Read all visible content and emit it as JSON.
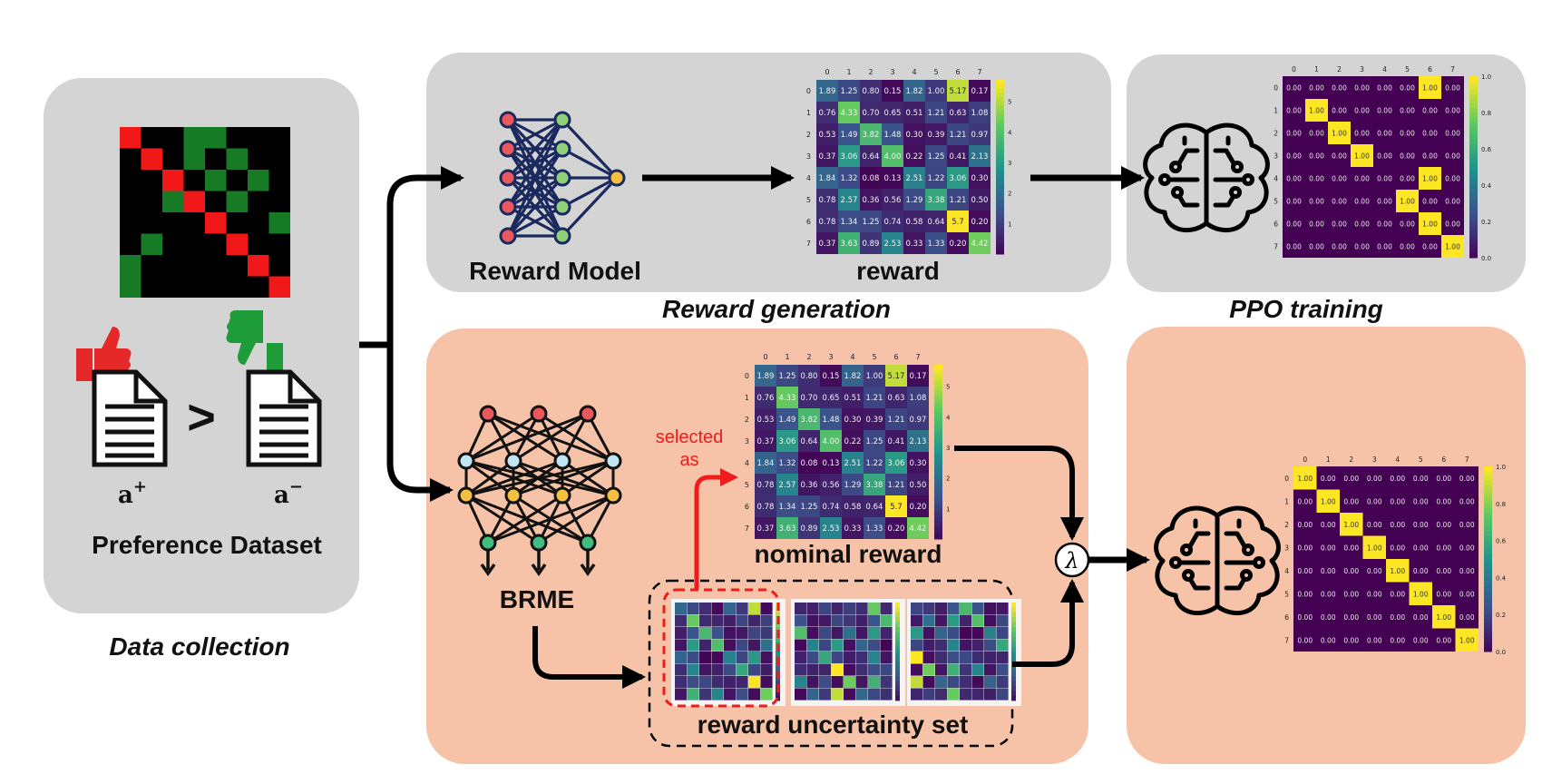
{
  "labels": {
    "reward_model": "Reward Model",
    "reward": "reward",
    "reward_generation": "Reward generation",
    "ppo_training": "PPO training",
    "preference_dataset": "Preference Dataset",
    "data_collection": "Data collection",
    "brme": "BRME",
    "nominal_reward": "nominal reward",
    "reward_uncertainty_set": "reward uncertainty set",
    "selected_as_line1": "selected",
    "selected_as_line2": "as",
    "a_plus": "a",
    "a_plus_sup": "+",
    "a_minus": "a",
    "a_minus_sup": "−",
    "greater": ">",
    "lambda": "λ"
  },
  "colors": {
    "panel_gray": "#d4d4d4",
    "panel_salmon": "#f6c3a8",
    "arrow": "#000000",
    "highlight_red": "#ee1c1c",
    "network_blue": "#1b2a5e",
    "node_red": "#e8585c",
    "node_green": "#8fd07a",
    "node_yellow": "#f5c042",
    "node_cyan": "#bfe6f2",
    "node_teal": "#3fbe7f",
    "thumb_up": "#e52828",
    "thumb_down": "#1e9c3a"
  },
  "reward_matrix": {
    "cols": [
      "0",
      "1",
      "2",
      "3",
      "4",
      "5",
      "6",
      "7"
    ],
    "rows": [
      "0",
      "1",
      "2",
      "3",
      "4",
      "5",
      "6",
      "7"
    ],
    "values": [
      [
        "1.89",
        "1.25",
        "0.80",
        "0.15",
        "1.82",
        "1.00",
        "5.17",
        "0.17"
      ],
      [
        "0.76",
        "4.33",
        "0.70",
        "0.65",
        "0.51",
        "1.21",
        "0.63",
        "1.08"
      ],
      [
        "0.53",
        "1.49",
        "3.82",
        "1.48",
        "0.30",
        "0.39",
        "1.21",
        "0.97"
      ],
      [
        "0.37",
        "3.06",
        "0.64",
        "4.00",
        "0.22",
        "1.25",
        "0.41",
        "2.13"
      ],
      [
        "1.84",
        "1.32",
        "0.08",
        "0.13",
        "2.51",
        "1.22",
        "3.06",
        "0.30"
      ],
      [
        "0.78",
        "2.57",
        "0.36",
        "0.56",
        "1.29",
        "3.38",
        "1.21",
        "0.50"
      ],
      [
        "0.78",
        "1.34",
        "1.25",
        "0.74",
        "0.58",
        "0.64",
        "5.7",
        "0.20"
      ],
      [
        "0.37",
        "3.63",
        "0.89",
        "2.53",
        "0.33",
        "1.33",
        "0.20",
        "4.42"
      ]
    ],
    "colorbar_ticks": [
      "5",
      "4",
      "3",
      "2",
      "1"
    ]
  },
  "policy_matrix": {
    "cols": [
      "0",
      "1",
      "2",
      "3",
      "4",
      "5",
      "6",
      "7"
    ],
    "rows": [
      "0",
      "1",
      "2",
      "3",
      "4",
      "5",
      "6",
      "7"
    ],
    "cell_text": "0.00",
    "highlight_text": "1.00",
    "colorbar_ticks": [
      "1.0",
      "0.8",
      "0.6",
      "0.4",
      "0.2",
      "0.0"
    ],
    "top_highlights": [
      6,
      1,
      2,
      3,
      6,
      5,
      6,
      7
    ],
    "bottom_highlights": [
      0,
      1,
      2,
      3,
      4,
      5,
      6,
      7
    ]
  },
  "preference_grid": {
    "size": 8,
    "red": [
      [
        0,
        0
      ],
      [
        1,
        1
      ],
      [
        2,
        2
      ],
      [
        3,
        3
      ],
      [
        4,
        4
      ],
      [
        5,
        5
      ],
      [
        6,
        6
      ],
      [
        7,
        7
      ]
    ],
    "green": [
      [
        0,
        3
      ],
      [
        0,
        4
      ],
      [
        1,
        3
      ],
      [
        1,
        5
      ],
      [
        2,
        4
      ],
      [
        2,
        6
      ],
      [
        3,
        2
      ],
      [
        3,
        5
      ],
      [
        4,
        7
      ],
      [
        5,
        1
      ],
      [
        6,
        0
      ],
      [
        7,
        0
      ]
    ]
  }
}
